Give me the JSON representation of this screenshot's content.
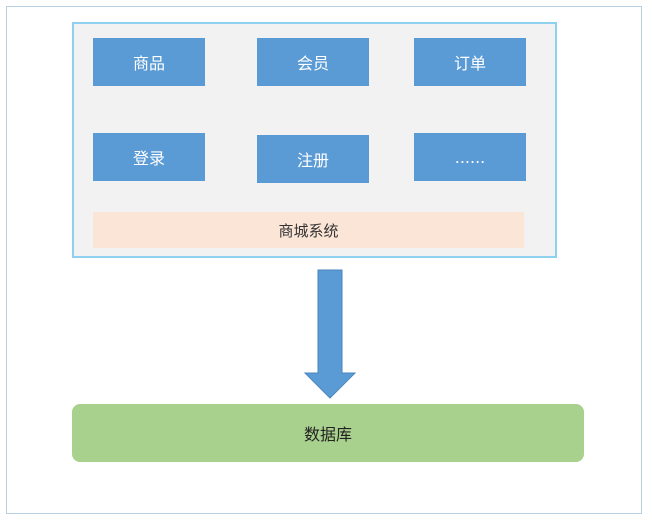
{
  "diagram": {
    "modules": [
      {
        "label": "商品"
      },
      {
        "label": "会员"
      },
      {
        "label": "订单"
      },
      {
        "label": "登录"
      },
      {
        "label": "注册"
      },
      {
        "label": "......"
      }
    ],
    "system_label": "商城系统",
    "database_label": "数据库"
  },
  "colors": {
    "module_fill": "#5b9bd5",
    "system_fill": "#f2f2f2",
    "system_border": "#8fcff0",
    "system_label_fill": "#fbe5d6",
    "arrow_fill": "#5b9bd5",
    "database_fill": "#a9d18e"
  }
}
